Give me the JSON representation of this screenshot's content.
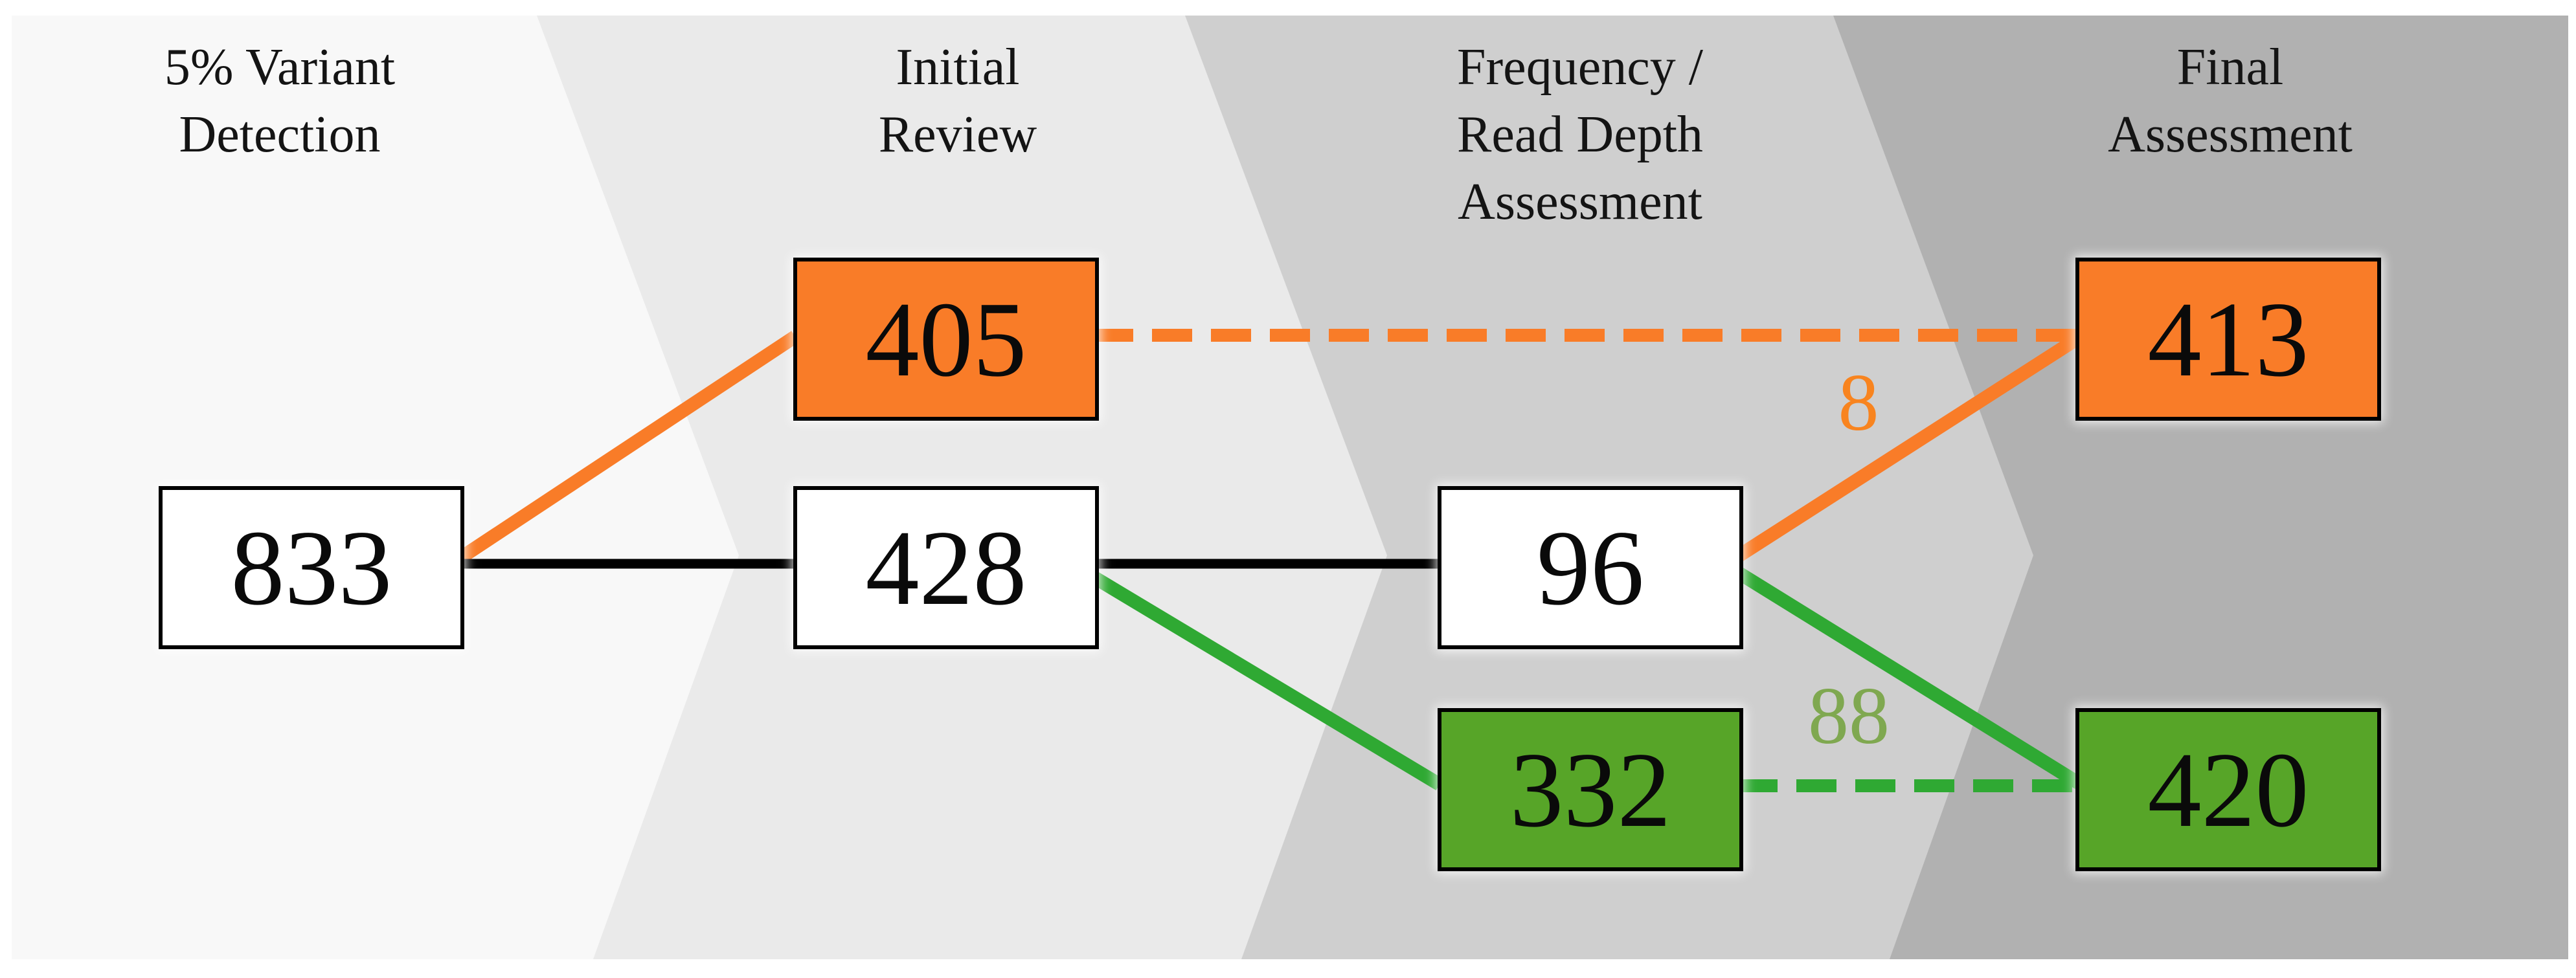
{
  "diagram": {
    "stages": [
      {
        "id": "variant-detection",
        "lines": [
          "5% Variant",
          "Detection"
        ]
      },
      {
        "id": "initial-review",
        "lines": [
          "Initial",
          "Review"
        ]
      },
      {
        "id": "frequency-read-depth",
        "lines": [
          "Frequency /",
          "Read Depth",
          "Assessment"
        ]
      },
      {
        "id": "final-assessment",
        "lines": [
          "Final",
          "Assessment"
        ]
      }
    ],
    "nodes": {
      "n833": {
        "value": "833",
        "stage": "5% Variant Detection",
        "fill": "white"
      },
      "n405": {
        "value": "405",
        "stage": "Initial Review",
        "fill": "orange"
      },
      "n428": {
        "value": "428",
        "stage": "Initial Review",
        "fill": "white"
      },
      "n96": {
        "value": "96",
        "stage": "Frequency / Read Depth Assessment",
        "fill": "white"
      },
      "n332": {
        "value": "332",
        "stage": "Frequency / Read Depth Assessment",
        "fill": "green"
      },
      "n413": {
        "value": "413",
        "stage": "Final Assessment",
        "fill": "orange"
      },
      "n420": {
        "value": "420",
        "stage": "Final Assessment",
        "fill": "green"
      }
    },
    "edges": [
      {
        "from": "833",
        "to": "405",
        "color": "orange",
        "style": "solid"
      },
      {
        "from": "833",
        "to": "428",
        "color": "black",
        "style": "solid"
      },
      {
        "from": "405",
        "to": "413",
        "color": "orange",
        "style": "dashed"
      },
      {
        "from": "428",
        "to": "96",
        "color": "black",
        "style": "solid"
      },
      {
        "from": "428",
        "to": "332",
        "color": "green",
        "style": "solid"
      },
      {
        "from": "96",
        "to": "413",
        "color": "orange",
        "style": "solid",
        "label": "8"
      },
      {
        "from": "96",
        "to": "420",
        "color": "green",
        "style": "solid",
        "label": "88"
      },
      {
        "from": "332",
        "to": "420",
        "color": "green",
        "style": "dashed"
      }
    ],
    "edge_labels": {
      "orange_8": "8",
      "green_88": "88"
    },
    "colors": {
      "orange": "#F97C28",
      "green_box": "#57A528",
      "green_line": "#2FA933",
      "black_line": "#000000",
      "white_box": "#FFFFFF",
      "label_8": "#F8841F",
      "label_88": "#7FA850",
      "bands": [
        "#F8F8F8",
        "#EAEAEA",
        "#CFCFCF",
        "#B1B1B1"
      ]
    }
  }
}
